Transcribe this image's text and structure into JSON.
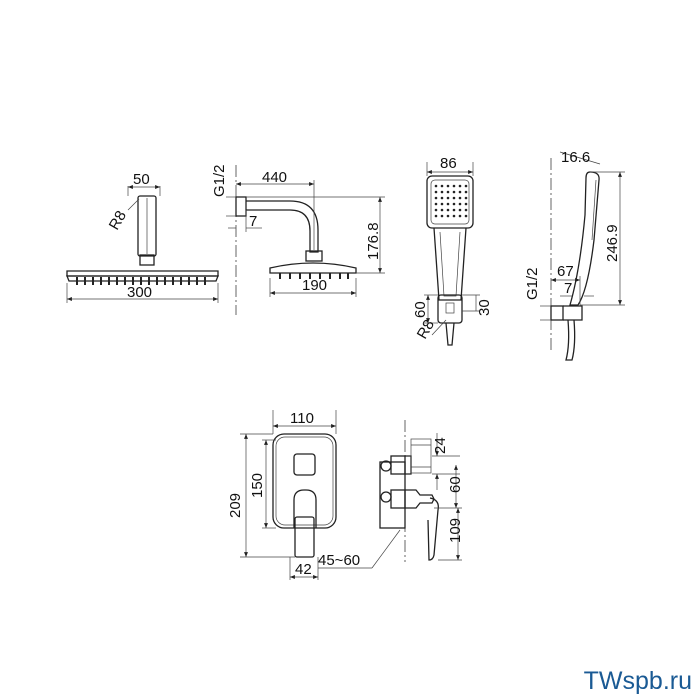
{
  "head": {
    "d_width": "50",
    "d_radius": "R8",
    "d_length": "300"
  },
  "arm": {
    "d_thread": "G1/2",
    "d_reach": "440",
    "d_offset": "7",
    "d_height": "176.8",
    "d_head": "190"
  },
  "hand": {
    "d_width": "86",
    "d_holder": "60",
    "d_radius": "R8",
    "d_depth": "30"
  },
  "holder": {
    "d_top": "16.6",
    "d_height": "246.9",
    "d_thread": "G1/2",
    "d_reach": "67",
    "d_offset": "7"
  },
  "plate": {
    "d_width": "110",
    "d_height": "209",
    "d_inner": "150",
    "d_lever": "42",
    "d_angle": "45~60"
  },
  "valve": {
    "d_a": "24",
    "d_b": "60",
    "d_c": "109"
  },
  "watermark": "TWspb.ru"
}
